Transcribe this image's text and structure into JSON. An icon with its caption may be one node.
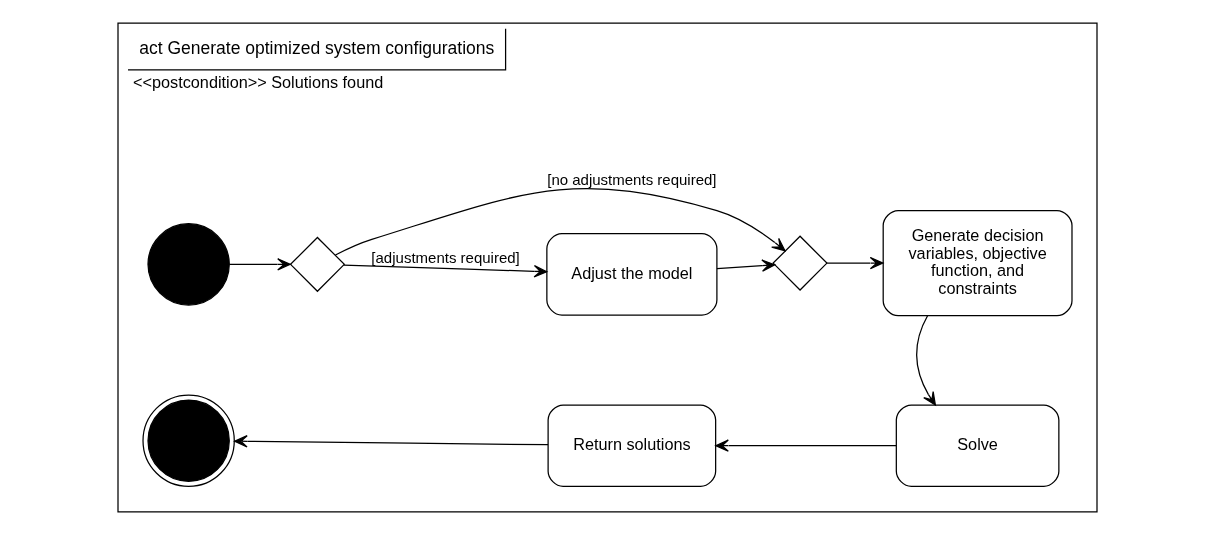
{
  "diagram": {
    "nodes": [
      {
        "text": [
          "act Generate optimized system configurations",
          "<<postcondition>> Solutions found"
        ]
      },
      {
        "text": [],
        "shape": "circle",
        "in": 0
      },
      {
        "text": [],
        "shape": "diamond",
        "in": 0
      },
      {
        "text": [
          "Adjust the model"
        ],
        "in": 0
      },
      {
        "text": [],
        "shape": "diamond",
        "in": 0
      },
      {
        "text": [
          "Generate decision variables, objective function, and constraints"
        ],
        "in": 0
      },
      {
        "text": [
          "Solve"
        ],
        "in": 0
      },
      {
        "text": [
          "Return solutions"
        ],
        "in": 0
      },
      {
        "text": [],
        "shape": "circle",
        "in": 0
      }
    ],
    "edges": [
      {
        "from": 1,
        "to": 2,
        "arrow": "to"
      },
      {
        "from": 2,
        "to": 3,
        "arrow": "to",
        "label": "[adjustments required]"
      },
      {
        "from": 3,
        "to": 4,
        "arrow": "to"
      },
      {
        "from": 2,
        "to": 4,
        "arrow": "to",
        "label": "[no adjustments required]"
      },
      {
        "from": 4,
        "to": 5,
        "arrow": "to"
      },
      {
        "from": 5,
        "to": 6,
        "arrow": "to"
      },
      {
        "from": 6,
        "to": 7,
        "arrow": "to"
      },
      {
        "from": 7,
        "to": 8,
        "arrow": "to"
      }
    ]
  }
}
